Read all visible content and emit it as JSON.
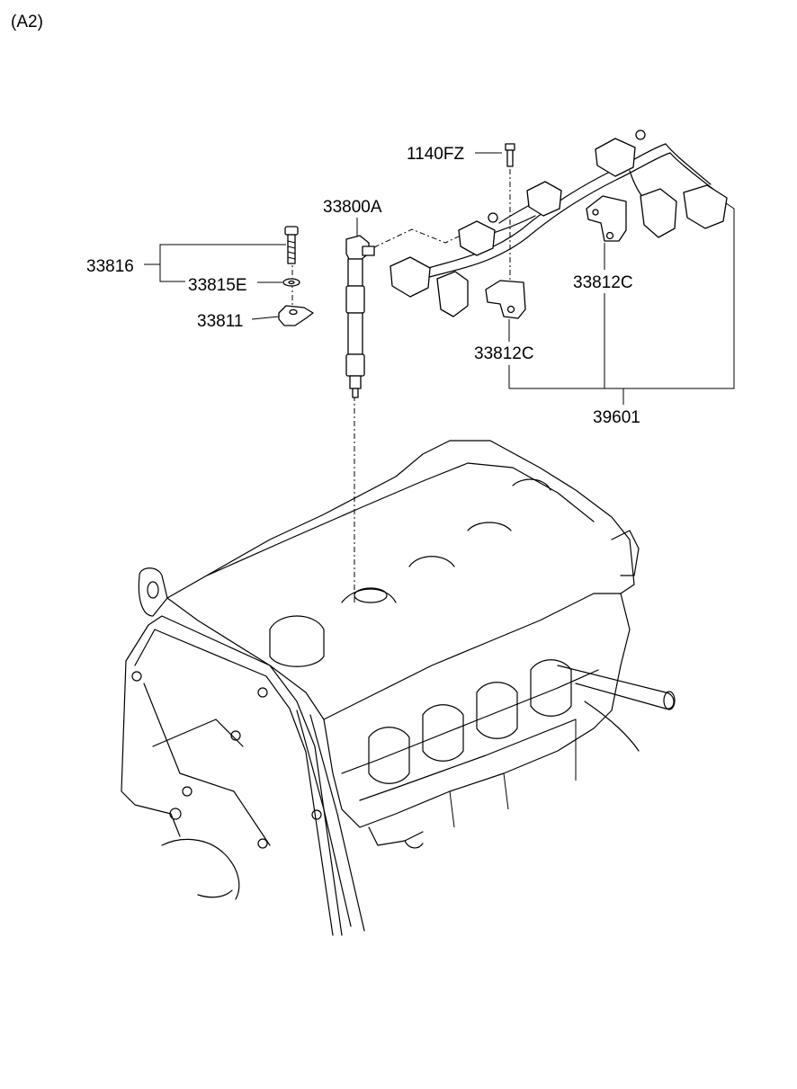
{
  "diagram": {
    "view_label": "(A2)",
    "callouts": {
      "bolt_1140fz": "1140FZ",
      "injector_33800a": "33800A",
      "group_33816": "33816",
      "washer_33815e": "33815E",
      "clamp_33811": "33811",
      "bracket_33812c_right": "33812C",
      "bracket_33812c_left": "33812C",
      "harness_39601": "39601"
    }
  }
}
